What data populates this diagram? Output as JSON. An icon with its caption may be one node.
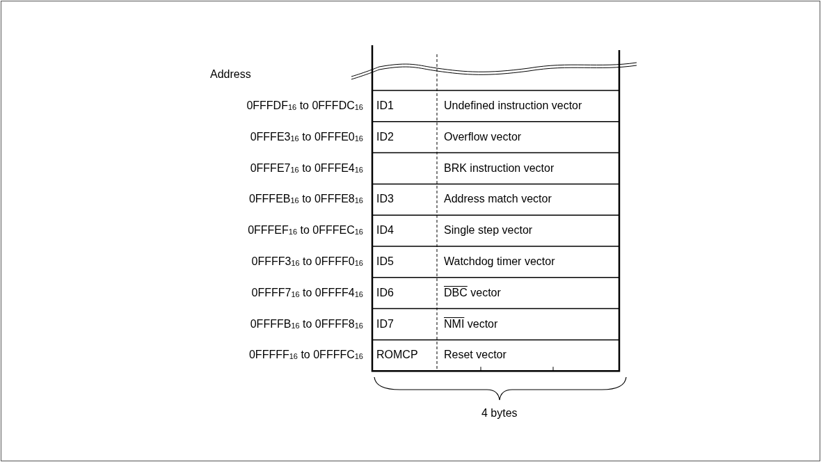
{
  "diagram": {
    "labels": [
      "Address",
      "0FFFDF$_{16}$ to 0FFFDC$_{16}$",
      "ID1",
      "Undefined instruction vector",
      "0FFFE3$_{16}$ to 0FFFE0$_{16}$",
      "ID2",
      "Overflow vector",
      "0FFFE7$_{16}$ to 0FFFE4$_{16}$",
      "BRK instruction vector",
      "0FFFEB$_{16}$ to 0FFFE8$_{16}$",
      "ID3",
      "Address match vector",
      "0FFFEF$_{16}$ to 0FFFEC$_{16}$",
      "ID4",
      "Single step vector",
      "0FFFF3$_{16}$ to 0FFFF0$_{16}$",
      "ID5",
      "Watchdog timer vector",
      "0FFFF7$_{16}$ to 0FFFF4$_{16}$",
      "ID6",
      "DBC vector",
      "0FFFFB$_{16}$ to 0FFFF8$_{16}$",
      "ID7",
      "NMI vector",
      "0FFFFF$_{16}$ to 0FFFFC$_{16}$",
      "ROMCP",
      "Reset vector",
      "4 bytes"
    ]
  }
}
